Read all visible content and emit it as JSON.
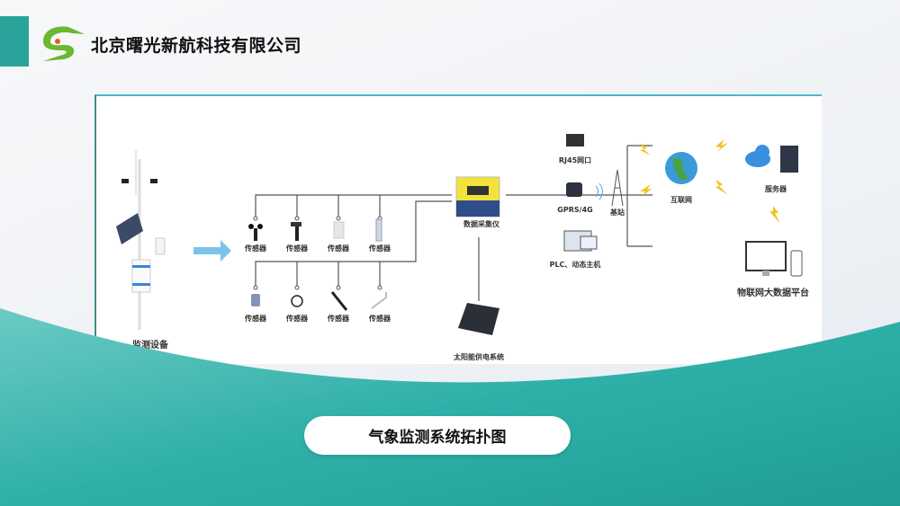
{
  "header": {
    "company_name": "北京曙光新航科技有限公司"
  },
  "diagram": {
    "monitoring_device": "监测设备",
    "sensor_label": "传感器",
    "sensors_top": [
      "传感器",
      "传感器",
      "传感器",
      "传感器"
    ],
    "sensors_bottom": [
      "传感器",
      "传感器",
      "传感器",
      "传感器"
    ],
    "data_logger": "数据采集仪",
    "solar": "太阳能供电系统",
    "rj45": "RJ45网口",
    "gprs": "GPRS/4G",
    "plc": "PLC、动态主机",
    "base_station": "基站",
    "internet": "互联网",
    "server": "服务器",
    "iot_platform": "物联网大数据平台"
  },
  "caption": {
    "title": "气象监测系统拓扑图"
  },
  "colors": {
    "teal": "#2aa39a",
    "arrow": "#7cc3ea",
    "logger_yellow": "#f3e23a",
    "bolt": "#f2c21b"
  }
}
